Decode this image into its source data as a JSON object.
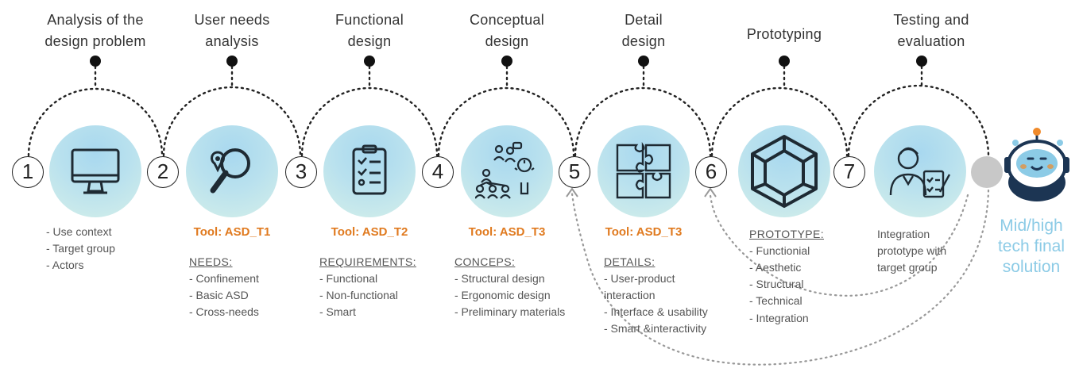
{
  "phases": [
    {
      "number": "1",
      "title_line1": "Analysis of the",
      "title_line2": "design problem",
      "tool": "",
      "heading": "",
      "items": [
        "- Use context",
        "- Target group",
        "- Actors"
      ]
    },
    {
      "number": "2",
      "title_line1": "User needs",
      "title_line2": "analysis",
      "tool": "Tool: ASD_T1",
      "heading": "NEEDS:",
      "items": [
        "- Confinement",
        "- Basic ASD",
        "- Cross-needs"
      ]
    },
    {
      "number": "3",
      "title_line1": "Functional",
      "title_line2": "design",
      "tool": "Tool: ASD_T2",
      "heading": "REQUIREMENTS:",
      "items": [
        "- Functional",
        "- Non-functional",
        "- Smart"
      ]
    },
    {
      "number": "4",
      "title_line1": "Conceptual",
      "title_line2": "design",
      "tool": "Tool: ASD_T3",
      "heading": "CONCEPS:",
      "items": [
        "- Structural design",
        "- Ergonomic design",
        "- Preliminary  materials"
      ]
    },
    {
      "number": "5",
      "title_line1": "Detail",
      "title_line2": "design",
      "tool": "Tool: ASD_T3",
      "heading": "DETAILS:",
      "items": [
        "- User-product",
        "interaction",
        "- Interface & usability",
        "- Smart &interactivity"
      ]
    },
    {
      "number": "6",
      "title_line1": "Prototyping",
      "title_line2": "",
      "tool": "",
      "heading": "PROTOTYPE:",
      "items": [
        "- Functionial",
        "- Aesthetic",
        "- Structural",
        "- Technical",
        "- Integration"
      ]
    },
    {
      "number": "7",
      "title_line1": "Testing and",
      "title_line2": "evaluation",
      "tool": "",
      "heading": "",
      "items": [
        "Integration",
        "prototype with",
        "target group"
      ]
    }
  ],
  "final": {
    "line1": "Mid/high",
    "line2": "tech final",
    "line3": "solution"
  },
  "colors": {
    "tool": "#e07a1f",
    "final": "#8ccbe6",
    "circle_top": "#a8d8ef",
    "circle_bottom": "#d4efe9"
  },
  "icons": [
    "monitor-icon",
    "magnifier-icon",
    "checklist-icon",
    "team-ideas-icon",
    "puzzle-icon",
    "cube-icon",
    "evaluation-icon",
    "robot-icon"
  ]
}
